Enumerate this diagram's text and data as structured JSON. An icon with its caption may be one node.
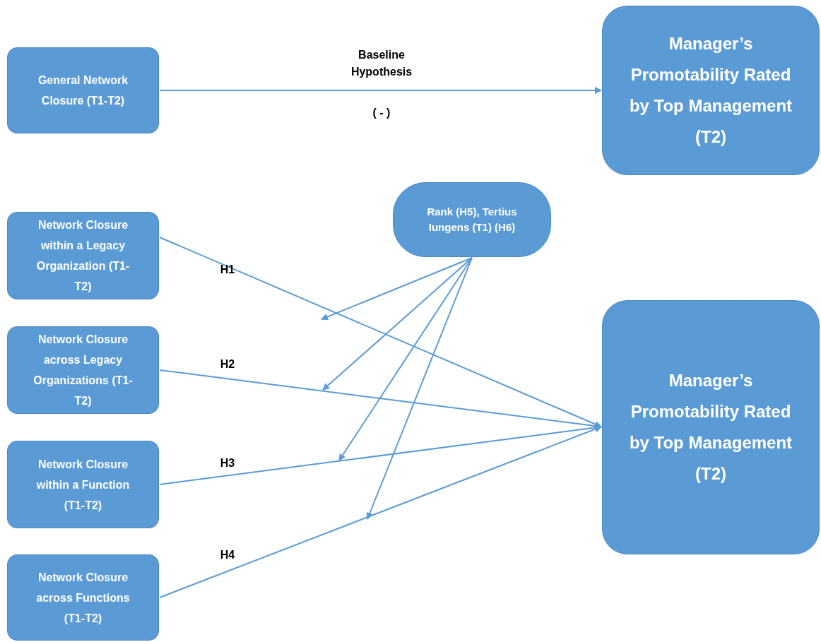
{
  "diagram": {
    "nodes": [
      {
        "text": [
          "General Network Closure (T1-T2)"
        ]
      },
      {
        "text": [
          "Manager’s Promotability Rated by Top Management (T2)"
        ]
      },
      {
        "text": [
          "Rank (H5), Tertius Iungens  (T1) (H6)"
        ]
      },
      {
        "text": [
          "Network Closure within a Legacy Organization (T1-T2)"
        ]
      },
      {
        "text": [
          "Network Closure across Legacy Organizations (T1-T2)"
        ]
      },
      {
        "text": [
          "Network Closure within a Function (T1-T2)"
        ]
      },
      {
        "text": [
          "Network Closure across Functions (T1-T2)"
        ]
      },
      {
        "text": [
          "Manager’s Promotability Rated by Top Management (T2)"
        ]
      }
    ],
    "edges": [
      {
        "from": 0,
        "to": 1,
        "arrow": "to",
        "label": "Baseline Hypothesis"
      },
      {
        "from": 3,
        "to": 7,
        "arrow": "to",
        "label": "H1"
      },
      {
        "from": 4,
        "to": 7,
        "arrow": "to",
        "label": "H2"
      },
      {
        "from": 5,
        "to": 7,
        "arrow": "to",
        "label": "H3"
      },
      {
        "from": 6,
        "to": 7,
        "arrow": "to",
        "label": "H4"
      },
      {
        "from": 2,
        "to": null,
        "arrow": "to"
      },
      {
        "from": 2,
        "to": null,
        "arrow": "to"
      },
      {
        "from": 2,
        "to": null,
        "arrow": "to"
      },
      {
        "from": 2,
        "to": null,
        "arrow": "to"
      }
    ],
    "labels": [
      "( - )"
    ]
  }
}
